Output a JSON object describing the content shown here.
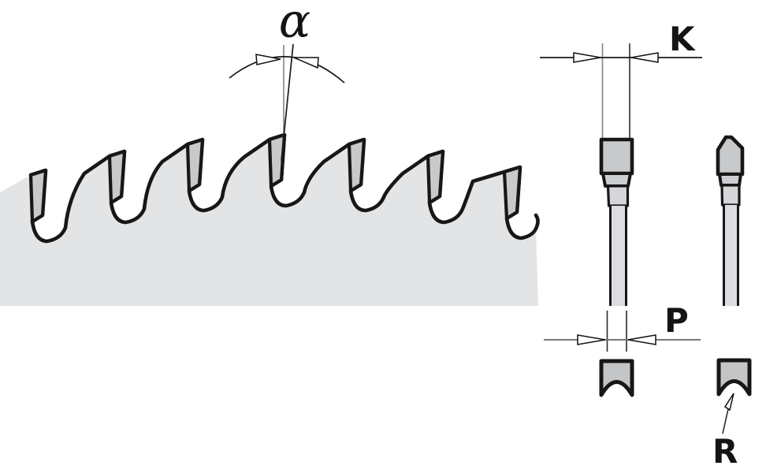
{
  "diagram": {
    "description": "saw blade tooth geometry",
    "labels": {
      "hook_angle": "α",
      "kerf_width": "K",
      "plate_thickness": "P",
      "gullet_radius": "R"
    },
    "colors": {
      "background": "#ffffff",
      "blade_body": "#e3e4e6",
      "carbide_tip": "#c7c9cb",
      "tip_band": "#ccced1",
      "tip_neck": "#d5d6d9",
      "plate": "#dcdde0",
      "radius_block": "#c3c5c7",
      "outline": "#171717",
      "dim_line": "#777777"
    }
  }
}
